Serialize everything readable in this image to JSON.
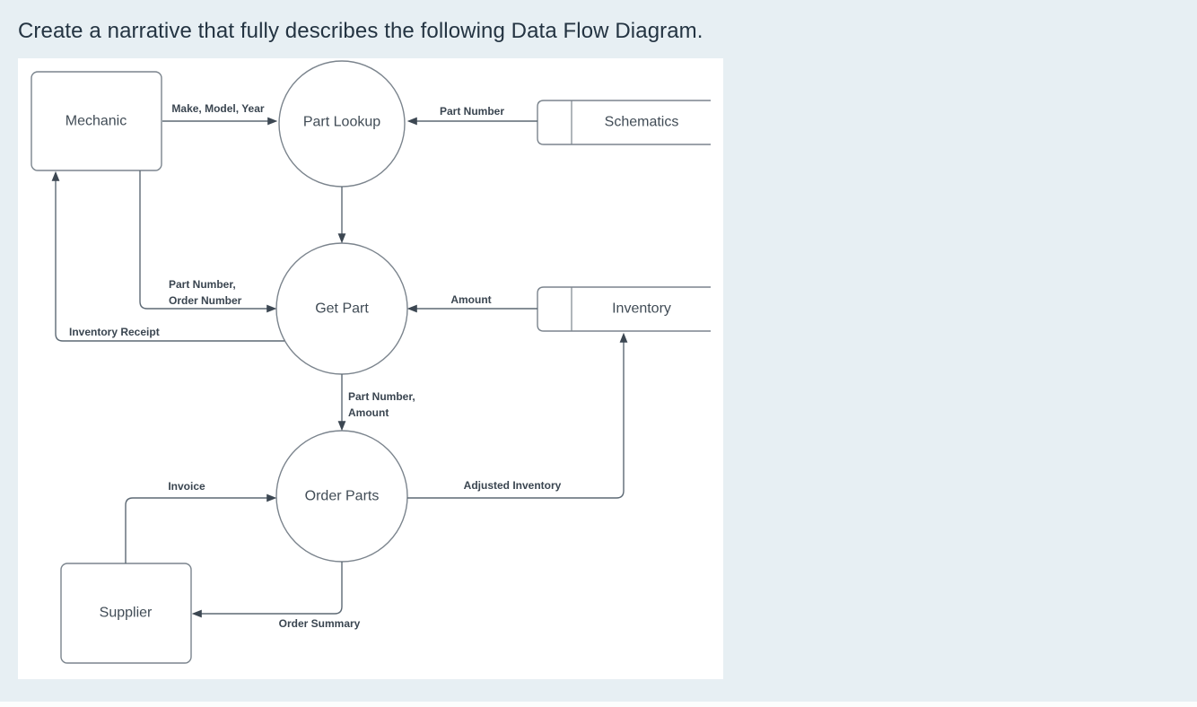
{
  "page": {
    "prompt": "Create a narrative that fully describes the following Data Flow Diagram.",
    "background": "#e7eff3",
    "panel_background": "#ffffff"
  },
  "diagram": {
    "type": "data-flow-diagram",
    "entities": [
      {
        "id": "mechanic",
        "label": "Mechanic"
      },
      {
        "id": "supplier",
        "label": "Supplier"
      }
    ],
    "processes": [
      {
        "id": "part-lookup",
        "label": "Part Lookup"
      },
      {
        "id": "get-part",
        "label": "Get Part"
      },
      {
        "id": "order-parts",
        "label": "Order Parts"
      }
    ],
    "stores": [
      {
        "id": "schematics",
        "label": "Schematics"
      },
      {
        "id": "inventory",
        "label": "Inventory"
      }
    ],
    "flows": [
      {
        "id": "make-model-year",
        "from": "Mechanic",
        "to": "Part Lookup",
        "label": "Make, Model, Year",
        "lines": [
          "Make, Model, Year"
        ]
      },
      {
        "id": "part-number",
        "from": "Schematics",
        "to": "Part Lookup",
        "label": "Part Number",
        "lines": [
          "Part Number"
        ]
      },
      {
        "id": "lookup-to-get-part",
        "from": "Part Lookup",
        "to": "Get Part",
        "label": "",
        "lines": []
      },
      {
        "id": "part-number-order-number",
        "from": "Mechanic",
        "to": "Get Part",
        "label": "Part Number, Order Number",
        "lines": [
          "Part Number,",
          "Order Number"
        ]
      },
      {
        "id": "inventory-receipt",
        "from": "Get Part",
        "to": "Mechanic",
        "label": "Inventory Receipt",
        "lines": [
          "Inventory Receipt"
        ]
      },
      {
        "id": "amount",
        "from": "Inventory",
        "to": "Get Part",
        "label": "Amount",
        "lines": [
          "Amount"
        ]
      },
      {
        "id": "part-number-amount",
        "from": "Get Part",
        "to": "Order Parts",
        "label": "Part Number, Amount",
        "lines": [
          "Part Number,",
          "Amount"
        ]
      },
      {
        "id": "adjusted-inventory",
        "from": "Order Parts",
        "to": "Inventory",
        "label": "Adjusted Inventory",
        "lines": [
          "Adjusted Inventory"
        ]
      },
      {
        "id": "invoice",
        "from": "Supplier",
        "to": "Order Parts",
        "label": "Invoice",
        "lines": [
          "Invoice"
        ]
      },
      {
        "id": "order-summary",
        "from": "Order Parts",
        "to": "Supplier",
        "label": "Order Summary",
        "lines": [
          "Order Summary"
        ]
      }
    ],
    "colors": {
      "line": "#5d6974",
      "arrowhead": "#3c4752",
      "shape_border": "#7b848d",
      "flow_label": "#3a4550",
      "shape_label": "#414c56"
    }
  }
}
